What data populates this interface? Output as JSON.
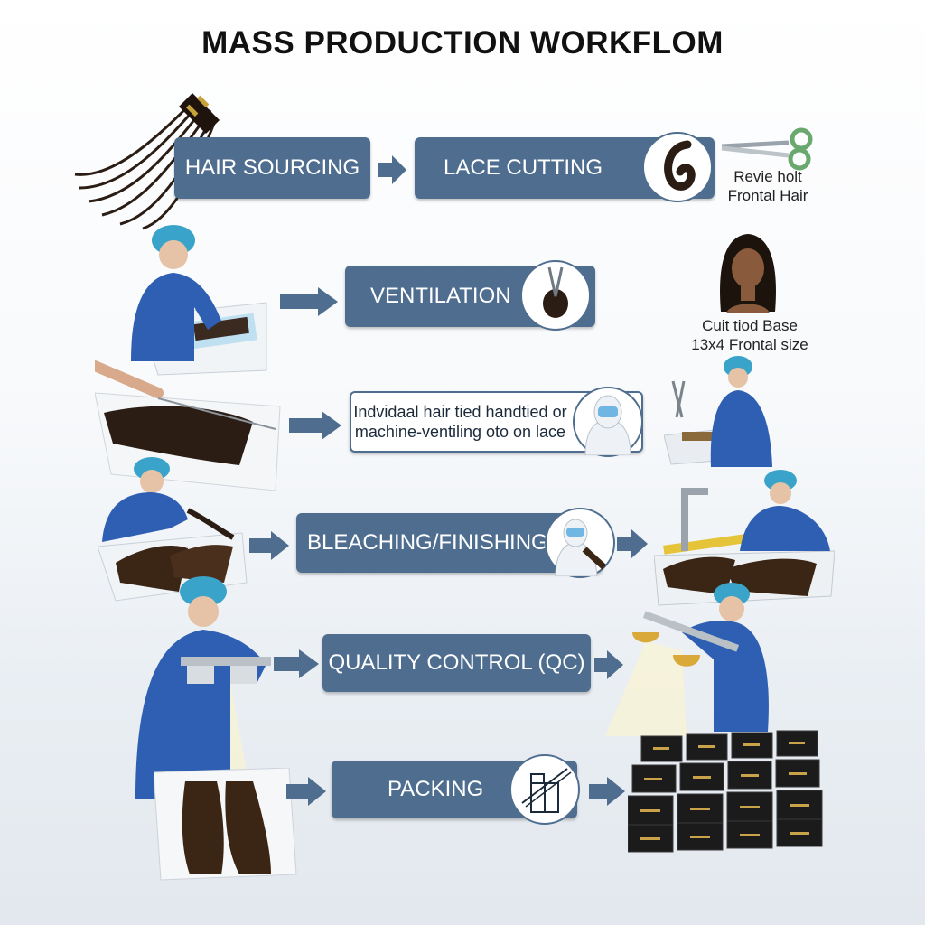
{
  "title": "MASS PRODUCTION WORKFLOM",
  "steps": {
    "hair_sourcing": "HAIR SOURCING",
    "lace_cutting": "LACE CUTTING",
    "ventilation": "VENTILATION",
    "ventilating_line1": "Indvidaal hair tied handtied or",
    "ventilating_line2": "machine-ventiling oto on lace",
    "bleaching": "BLEACHING/FINISHING",
    "qc": "QUALITY CONTROL (QC)",
    "packing": "PACKING"
  },
  "captions": {
    "scissors_line1": "Revie holt",
    "scissors_line2": "Frontal Hair",
    "model_line1": "Cuit tiod Base",
    "model_line2": "13x4 Frontal size"
  },
  "colors": {
    "step_fill": "#4f6e8f",
    "worker_coat": "#2f5fb3",
    "hairnet": "#3aa3c9",
    "hair": "#2b1d14",
    "box": "#1b1b1b",
    "arrow": "#4f6e8f"
  },
  "icons": [
    "hair-bundle-icon",
    "hair-curl-icon",
    "scissors-icon",
    "tweezers-icon",
    "protective-suit-icon",
    "box-icon",
    "lamp-icon"
  ]
}
